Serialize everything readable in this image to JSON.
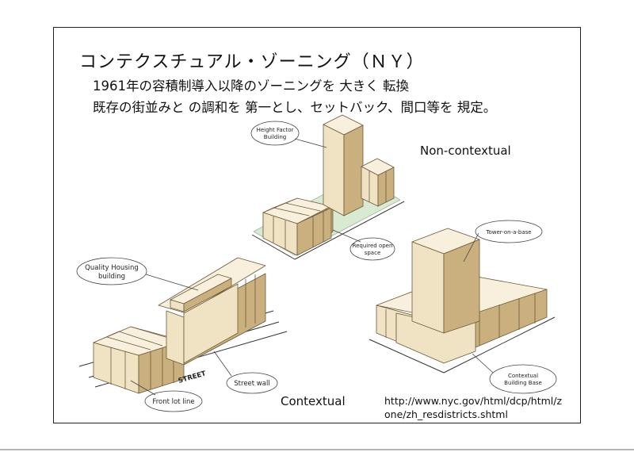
{
  "slide": {
    "title": "コンテクスチュアル・ゾーニング（ＮＹ）",
    "subtitle_line1": "1961年の容積制導入以降のゾーニングを 大きく 転換",
    "subtitle_line2": "既存の街並みと の調和を 第一とし、セットバック、間口等を 規定。"
  },
  "figure": {
    "noncontextual_label": "Non-contextual",
    "contextual_label": "Contextual",
    "source_url_line1": "http://www.nyc.gov/html/dcp/html/z",
    "source_url_line2": "one/zh_resdistricts.shtml",
    "callouts": {
      "height_factor_1": "Height Factor",
      "height_factor_2": "Building",
      "required_open_1": "Required open",
      "required_open_2": "space",
      "tower_on_base": "Tower-on-a-base",
      "contextual_base_1": "Contextual",
      "contextual_base_2": "Building Base",
      "quality_housing_1": "Quality Housing",
      "quality_housing_2": "building",
      "street_wall": "Street wall",
      "front_lot_line": "Front lot line",
      "street": "STREET"
    },
    "colors": {
      "building_front": "#efe3c4",
      "building_side": "#c9b07e",
      "building_top": "#f8f0dc",
      "open_space": "#d9ead3",
      "outline": "#6b5a3a"
    }
  }
}
